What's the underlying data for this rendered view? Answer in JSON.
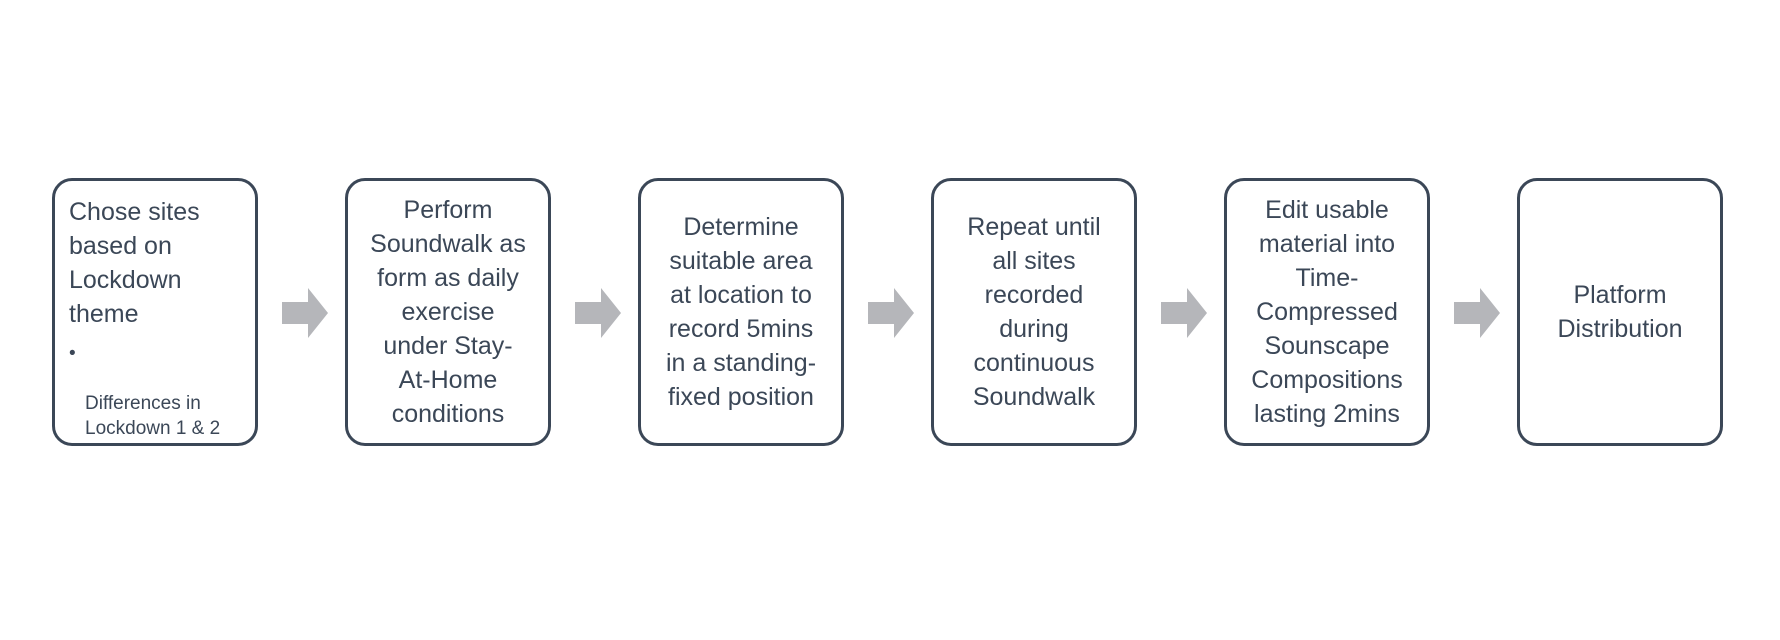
{
  "colors": {
    "box_border": "#3b4757",
    "text": "#3b4757",
    "arrow": "#b5b6ba",
    "background": "#ffffff"
  },
  "steps": [
    {
      "label": "Chose sites\nbased on\nLockdown\ntheme",
      "sub_items": [
        "Differences in\nLockdown 1 & 2"
      ]
    },
    {
      "label": "Perform\nSoundwalk as\nform as daily\nexercise\nunder Stay-\nAt-Home\nconditions"
    },
    {
      "label": "Determine\nsuitable area\nat location to\nrecord 5mins\nin a standing-\nfixed position"
    },
    {
      "label": "Repeat until\nall sites\nrecorded\nduring\ncontinuous\nSoundwalk"
    },
    {
      "label": "Edit usable\nmaterial into\nTime-\nCompressed\nSounscape\nCompositions\nlasting 2mins"
    },
    {
      "label": "Platform\nDistribution"
    }
  ]
}
